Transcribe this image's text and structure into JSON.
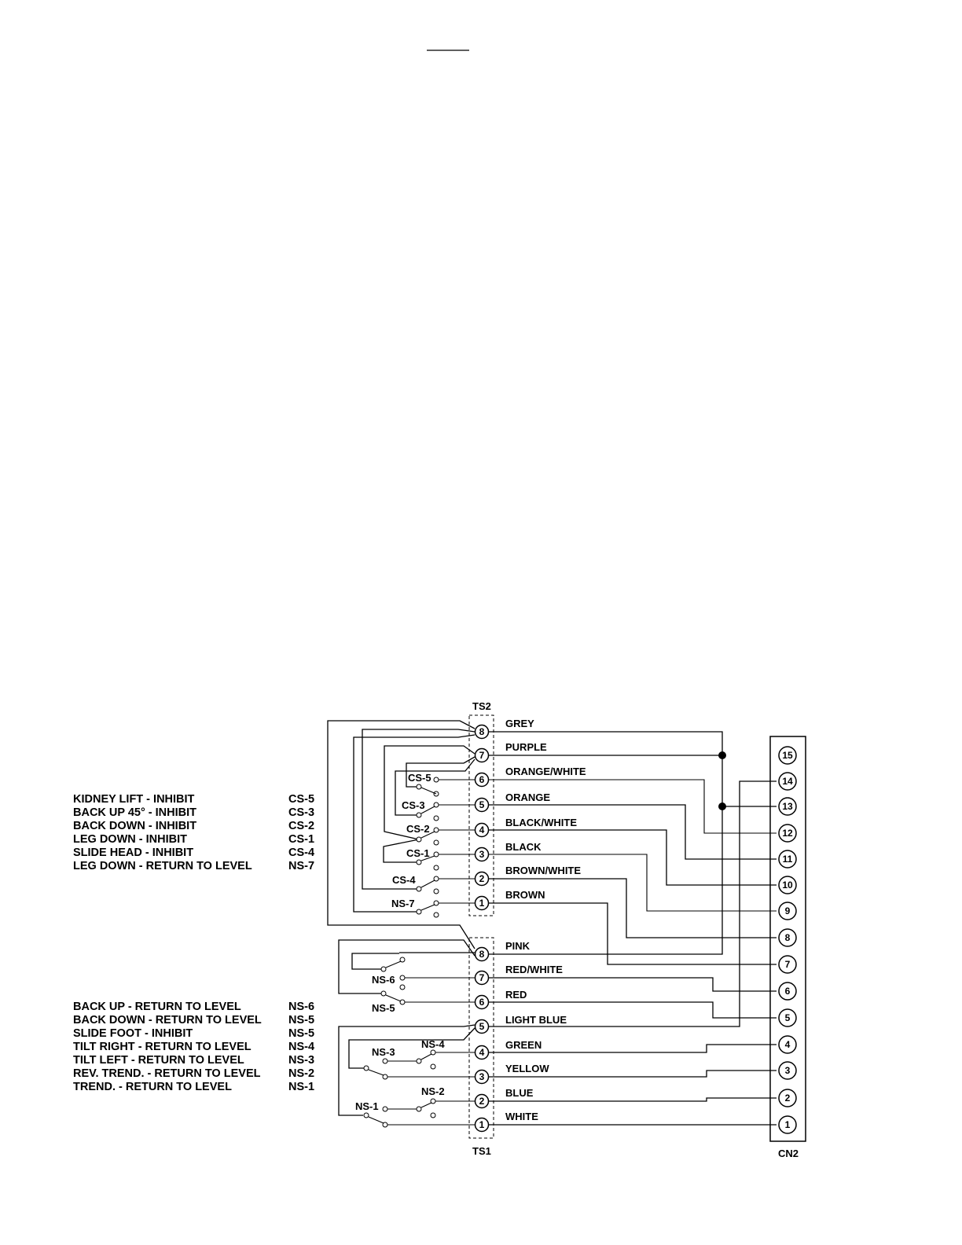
{
  "legend_cs": [
    {
      "desc": "KIDNEY LIFT - INHIBIT",
      "code": "CS-5"
    },
    {
      "desc": "BACK UP 45° - INHIBIT",
      "code": "CS-3"
    },
    {
      "desc": "BACK DOWN - INHIBIT",
      "code": "CS-2"
    },
    {
      "desc": "LEG DOWN - INHIBIT",
      "code": "CS-1"
    },
    {
      "desc": "SLIDE HEAD - INHIBIT",
      "code": "CS-4"
    },
    {
      "desc": "LEG DOWN - RETURN TO LEVEL",
      "code": "NS-7"
    }
  ],
  "legend_ns": [
    {
      "desc": "BACK UP - RETURN TO LEVEL",
      "code": "NS-6"
    },
    {
      "desc": "BACK DOWN - RETURN TO LEVEL",
      "code": "NS-5"
    },
    {
      "desc": "SLIDE FOOT - INHIBIT",
      "code": "NS-5"
    },
    {
      "desc": "TILT RIGHT - RETURN TO LEVEL",
      "code": "NS-4"
    },
    {
      "desc": "TILT LEFT - RETURN TO LEVEL",
      "code": "NS-3"
    },
    {
      "desc": "REV. TREND. - RETURN TO LEVEL",
      "code": "NS-2"
    },
    {
      "desc": "TREND. - RETURN TO LEVEL",
      "code": "NS-1"
    }
  ],
  "blocks": {
    "ts2": "TS2",
    "ts1": "TS1",
    "cn2": "CN2"
  },
  "ts2_wires": [
    {
      "terminal": "8",
      "color": "GREY"
    },
    {
      "terminal": "7",
      "color": "PURPLE"
    },
    {
      "terminal": "6",
      "color": "ORANGE/WHITE"
    },
    {
      "terminal": "5",
      "color": "ORANGE"
    },
    {
      "terminal": "4",
      "color": "BLACK/WHITE"
    },
    {
      "terminal": "3",
      "color": "BLACK"
    },
    {
      "terminal": "2",
      "color": "BROWN/WHITE"
    },
    {
      "terminal": "1",
      "color": "BROWN"
    }
  ],
  "ts1_wires": [
    {
      "terminal": "8",
      "color": "PINK"
    },
    {
      "terminal": "7",
      "color": "RED/WHITE"
    },
    {
      "terminal": "6",
      "color": "RED"
    },
    {
      "terminal": "5",
      "color": "LIGHT BLUE"
    },
    {
      "terminal": "4",
      "color": "GREEN"
    },
    {
      "terminal": "3",
      "color": "YELLOW"
    },
    {
      "terminal": "2",
      "color": "BLUE"
    },
    {
      "terminal": "1",
      "color": "WHITE"
    }
  ],
  "cn2_pins": [
    "15",
    "14",
    "13",
    "12",
    "11",
    "10",
    "9",
    "8",
    "7",
    "6",
    "5",
    "4",
    "3",
    "2",
    "1"
  ],
  "switches": {
    "cs5": "CS-5",
    "cs3": "CS-3",
    "cs2": "CS-2",
    "cs1": "CS-1",
    "cs4": "CS-4",
    "ns7": "NS-7",
    "ns6": "NS-6",
    "ns5": "NS-5",
    "ns4": "NS-4",
    "ns3": "NS-3",
    "ns2": "NS-2",
    "ns1": "NS-1"
  }
}
